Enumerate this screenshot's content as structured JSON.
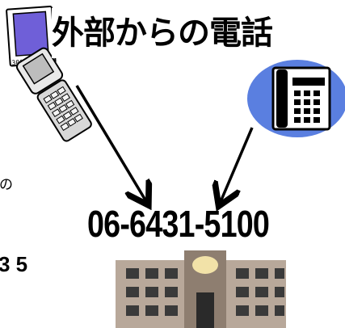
{
  "title": "外部からの電話",
  "phone_number": "06-6431-5100",
  "left_fragment_1": "の",
  "left_fragment_2": "3 5",
  "colors": {
    "phone_blue": "#6f5fd8",
    "phone_glow": "#5a7fe0",
    "building": "#b8a89a",
    "building_dark": "#8e7e70",
    "windows": "#3a3a3a",
    "door": "#2a2a2a"
  },
  "icons": [
    "mobile-phone-icon",
    "handset-icon",
    "office-phone-icon",
    "building-icon"
  ]
}
